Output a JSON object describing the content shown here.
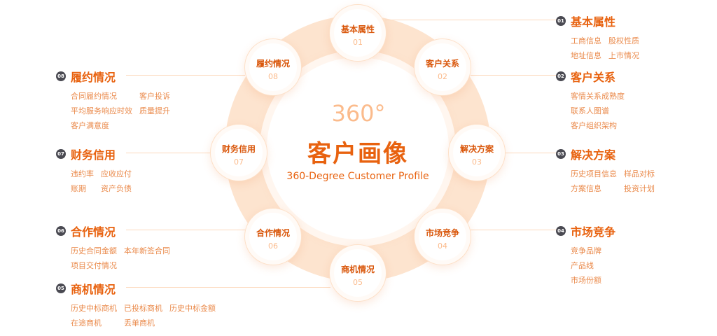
{
  "center": {
    "degree": "360°",
    "title": "客户画像",
    "subtitle": "360-Degree Customer Profile"
  },
  "nodes": [
    {
      "label": "基本属性",
      "num": "01",
      "items": [
        "工商信息",
        "股权性质",
        "地址信息",
        "上市情况"
      ]
    },
    {
      "label": "客户关系",
      "num": "02",
      "items": [
        "客情关系成熟度",
        "联系人图谱",
        "客户组织架构"
      ]
    },
    {
      "label": "解决方案",
      "num": "03",
      "items": [
        "历史项目信息",
        "样品对标",
        "方案信息",
        "投资计划"
      ]
    },
    {
      "label": "市场竞争",
      "num": "04",
      "items": [
        "竞争品牌",
        "产品线",
        "市场份额"
      ]
    },
    {
      "label": "商机情况",
      "num": "05",
      "items": [
        "历史中标商机",
        "已投标商机",
        "历史中标金额",
        "在途商机",
        "丢单商机"
      ]
    },
    {
      "label": "合作情况",
      "num": "06",
      "items": [
        "历史合同金额",
        "本年新签合同",
        "项目交付情况"
      ]
    },
    {
      "label": "财务信用",
      "num": "07",
      "items": [
        "违约率",
        "应收应付",
        "账期",
        "资产负债"
      ]
    },
    {
      "label": "履约情况",
      "num": "08",
      "items": [
        "合同履约情况",
        "客户投诉",
        "平均服务响应时效",
        "质量提升",
        "客户满意度"
      ]
    }
  ],
  "colors": {
    "accent": "#e8620f",
    "ring": "#fde4cf"
  }
}
